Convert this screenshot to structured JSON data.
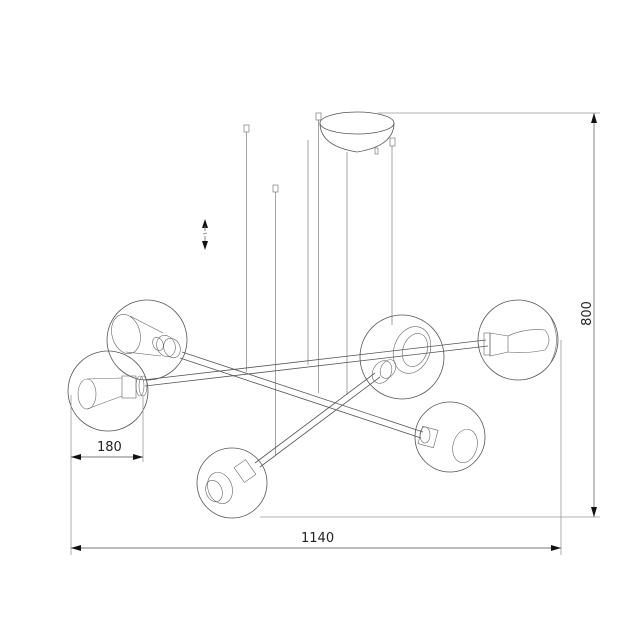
{
  "drawing": {
    "subject": "6-arm globe chandelier technical dimension drawing",
    "line_color": "#555555",
    "dimension_color": "#777777",
    "arrow_color": "#111111",
    "background": "#ffffff"
  },
  "dimensions": {
    "shade_diameter": {
      "label": "180",
      "unit": "mm"
    },
    "overall_width": {
      "label": "1140",
      "unit": "mm"
    },
    "overall_height": {
      "label": "800",
      "unit": "mm"
    },
    "adjustable_height_marker": {
      "icon": "double-arrow-vertical-icon"
    }
  },
  "components": {
    "canopy": {
      "shape": "ellipse"
    },
    "suspension_wires": 6,
    "arms": 3,
    "lamp_heads": 6,
    "lamp_head_type": "clear glass globe with Edison bulb"
  }
}
